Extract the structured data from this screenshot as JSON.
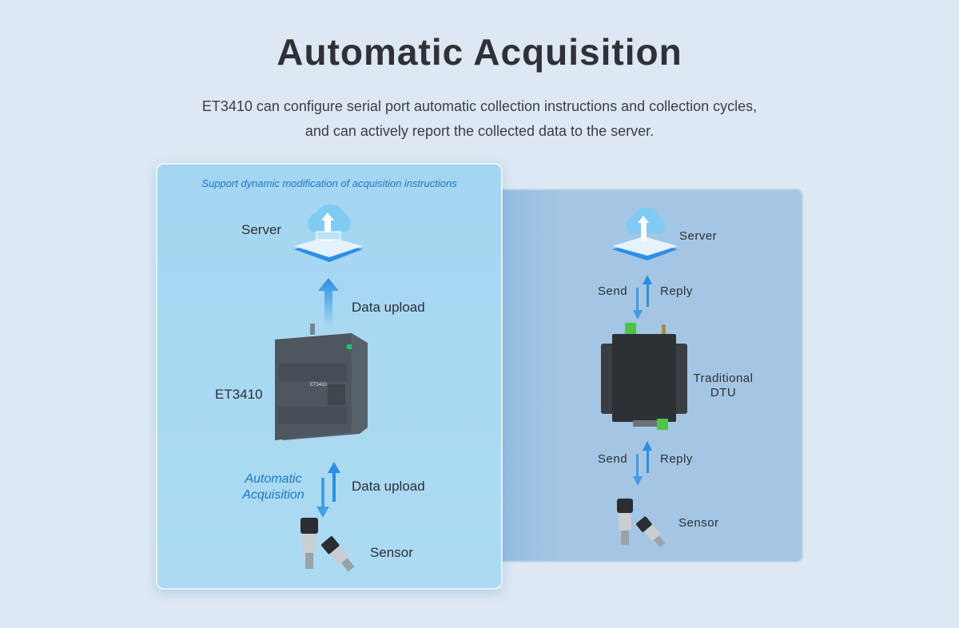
{
  "header": {
    "title": "Automatic Acquisition",
    "subtitle": "ET3410 can configure serial port automatic collection instructions and collection cycles, and can actively report the collected data to the server."
  },
  "left_panel": {
    "caption": "Support dynamic modification of acquisition instructions",
    "server_label": "Server",
    "upload_label_top": "Data upload",
    "device_label": "ET3410",
    "auto_label": "Automatic Acquisition",
    "upload_label_bottom": "Data upload",
    "sensor_label": "Sensor"
  },
  "right_panel": {
    "server_label": "Server",
    "send_top": "Send",
    "reply_top": "Reply",
    "device_label": "Traditional DTU",
    "send_bottom": "Send",
    "reply_bottom": "Reply",
    "sensor_label": "Sensor"
  },
  "colors": {
    "accent": "#1a78c8",
    "background": "#dde8f3"
  }
}
